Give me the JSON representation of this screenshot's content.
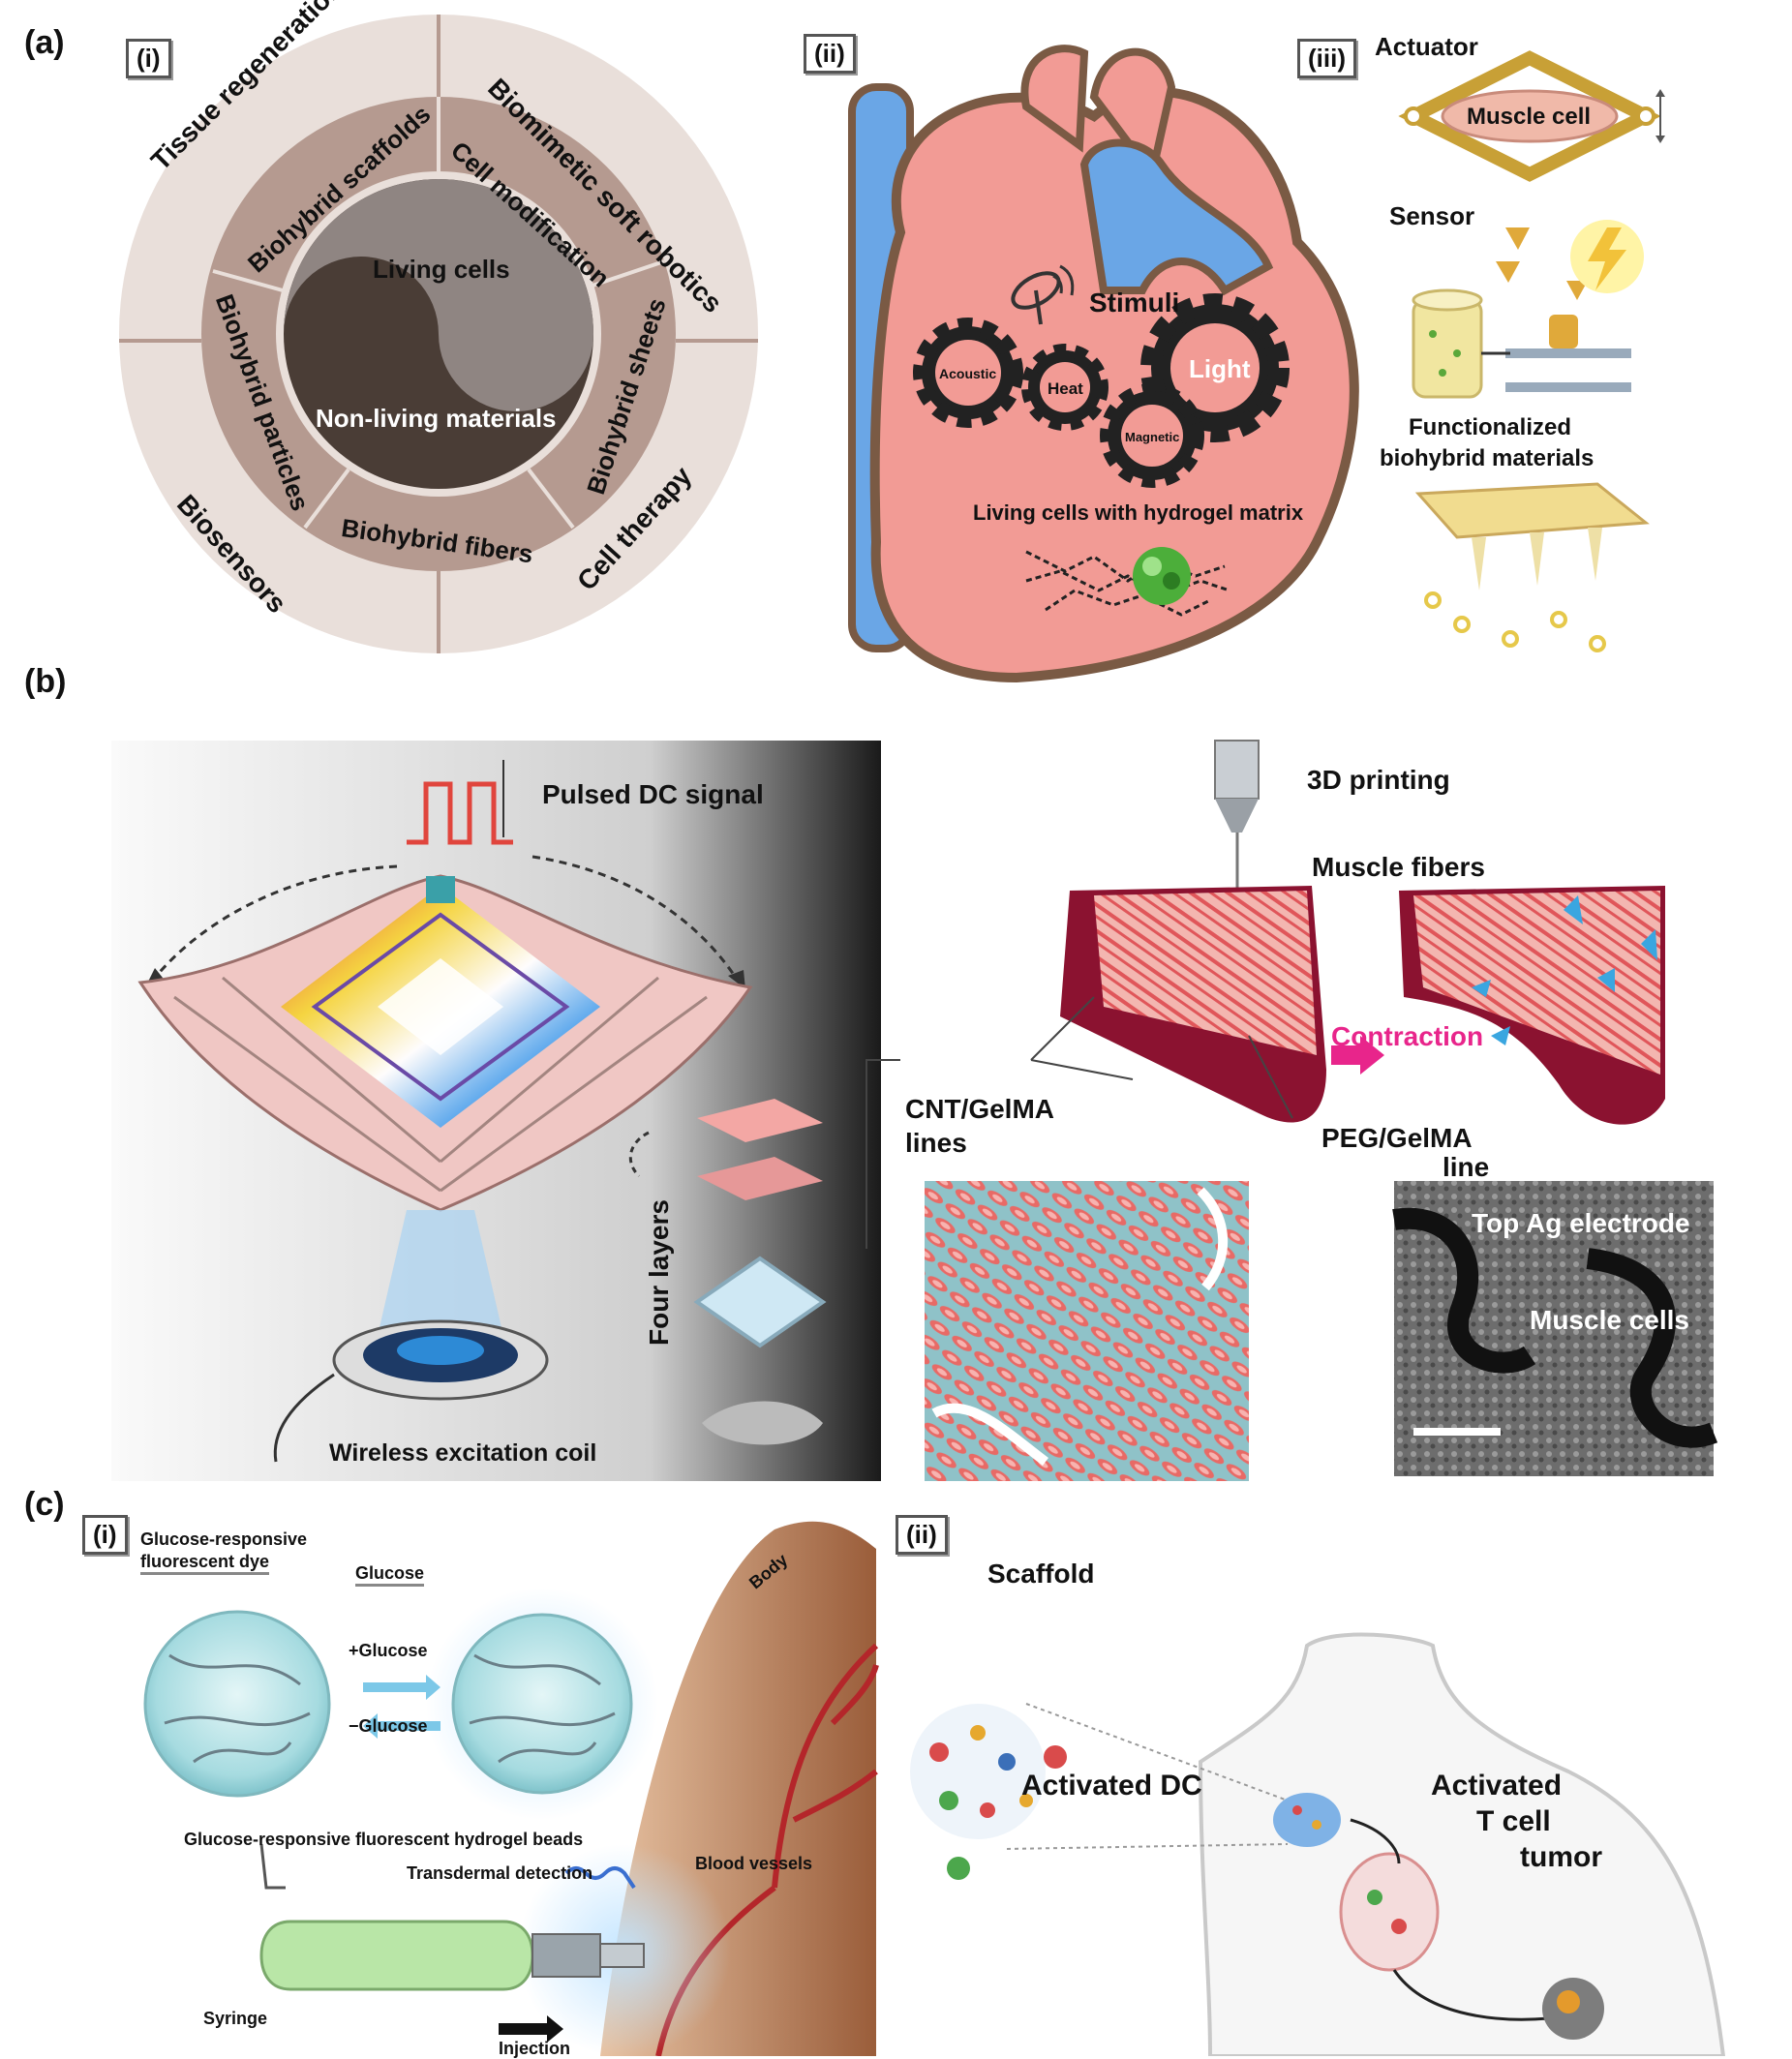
{
  "panels": {
    "a": "(a)",
    "b": "(b)",
    "c": "(c)",
    "a_i": "(i)",
    "a_ii": "(ii)",
    "a_iii": "(iii)",
    "c_i": "(i)",
    "c_ii": "(ii)"
  },
  "wheel": {
    "outer": [
      "Tissue regeneration",
      "Biomimetic soft robotics",
      "Biosensors",
      "Cell therapy"
    ],
    "middle": [
      "Biohybrid scaffolds",
      "Cell modification",
      "Biohybrid particles",
      "Biohybrid sheets",
      "Biohybrid fibers"
    ],
    "center_top": "Living cells",
    "center_bottom": "Non-living materials"
  },
  "heart": {
    "stimuli": "Stimuli",
    "gears": [
      "Acoustic",
      "Heat",
      "Light",
      "Magnetic"
    ],
    "matrix": "Living cells with hydrogel matrix"
  },
  "apps": {
    "actuator": "Actuator",
    "muscle_cell": "Muscle cell",
    "sensor": "Sensor",
    "functionalized_1": "Functionalized",
    "functionalized_2": "biohybrid materials"
  },
  "robot": {
    "pulsed": "Pulsed DC signal",
    "coil": "Wireless excitation coil",
    "four_layers": "Four layers",
    "printing": "3D printing",
    "muscle_fibers": "Muscle fibers",
    "contraction": "Contraction",
    "cnt_1": "CNT/GelMA",
    "cnt_2": "lines",
    "peg_1": "PEG/GelMA",
    "peg_2": "line",
    "top_ag": "Top Ag electrode",
    "muscle_cells": "Muscle cells"
  },
  "glucose": {
    "dye_1": "Glucose-responsive",
    "dye_2": "fluorescent dye",
    "glucose": "Glucose",
    "plus": "+Glucose",
    "minus": "−Glucose",
    "beads": "Glucose-responsive fluorescent hydrogel beads",
    "transdermal": "Transdermal detection",
    "vessels": "Blood vessels",
    "body": "Body",
    "syringe": "Syringe",
    "injection": "Injection"
  },
  "therapy": {
    "scaffold": "Scaffold",
    "dc": "Activated DC",
    "tcell_1": "Activated",
    "tcell_2": "T cell",
    "tumor": "tumor"
  },
  "colors": {
    "wheel_outer": "#e9dfda",
    "wheel_mid": "#b59a90",
    "heart": "#f29b95",
    "vessel": "#6aa6e6",
    "muscle_red": "#8b1230",
    "contraction": "#e8258b",
    "hydrogel": "#a9dfe3"
  }
}
